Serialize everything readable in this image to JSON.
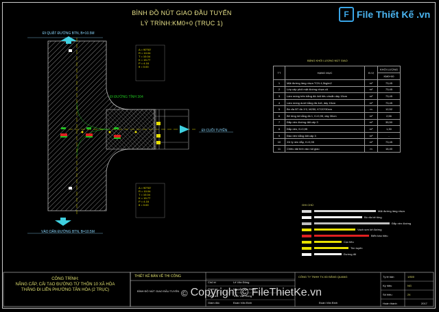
{
  "header": {
    "title_line1": "BÌNH ĐỒ NÚT GIAO ĐẦU TUYẾN",
    "title_line2": "LÝ TRÌNH:KM0+0 (TRỤC 1)"
  },
  "watermark": {
    "logo_letters": "F",
    "logo_text": "File Thiết Kế .vn",
    "bottom_copyright": "©",
    "bottom_text": "Copyright © FileThietKe.vn"
  },
  "road_labels": {
    "top": "ĐI QUẬT ĐƯỜNG BTN, B=10.5M",
    "right": "ĐI CUỐI TUYẾN",
    "bottom": "VÀO DÂN ĐƯỜNG BTN, B=10.5M",
    "branch": "ĐI ĐƯỜNG TỈNH 304"
  },
  "curve_info_top": [
    "Δ = 90°00'",
    "R = 10.04",
    "T = 10.04",
    "K = 15.77",
    "P = 4.16",
    "θ = 0.00"
  ],
  "curve_info_bottom": [
    "Δ = 90°00'",
    "R = 10.04",
    "T = 10.04",
    "K = 15.77",
    "P = 4.16",
    "θ = 0.00"
  ],
  "quantity_table": {
    "title": "BẢNG KHỐI LƯỢNG NÚT GIAO",
    "headers": [
      "TT",
      "HẠNG MỤC",
      "Đ.VỊ",
      "KHỐI LƯỢNG"
    ],
    "subheader": "KM0+00",
    "rows": [
      [
        "1",
        "Mặt đường láng nhựa TCN 4,5kg/m2",
        "m²",
        "73,45"
      ],
      [
        "2",
        "Lớp cấp phối mặt đường nhựa cũ",
        "m²",
        "73,45"
      ],
      [
        "3",
        "Làm móng trên bằng đá 4x6 tiêu chuẩn dày 15cm",
        "m²",
        "73,45"
      ],
      [
        "4",
        "Làm móng dưới bằng đá 4x6, dày 15cm",
        "m²",
        "73,45"
      ],
      [
        "5",
        "Bó vỉa BT đá 1*2, M250, KT:20*30cm",
        "m",
        "12,52"
      ],
      [
        "6",
        "Bê tông lót bằng đá 1, K>0,95, dày 30cm",
        "m²",
        "2,56"
      ],
      [
        "7",
        "Đắp nền đường đất cấp 3",
        "m³",
        "35,50"
      ],
      [
        "8",
        "Đắp nền, K>0,95",
        "m³",
        "1,30"
      ],
      [
        "9",
        "Đào nền bằng đất cấp 3",
        "m³",
        "-"
      ],
      [
        "10",
        "Xử lý nền đắp, K>0,95",
        "m²",
        "73,45"
      ],
      [
        "11",
        "Chiều dài tính vào nút giao",
        "m",
        "16,40"
      ]
    ]
  },
  "legend": {
    "title": "GHI CHÚ",
    "items": [
      "Mặt đường láng nhựa",
      "Bó vỉa bê tông",
      "Đắp nền đường",
      "Vạch sơn kẻ đường",
      "Biển báo hiệu",
      "Cọc tiêu",
      "Tim tuyến",
      "Đường đỏ"
    ]
  },
  "title_block": {
    "stage": "THIẾT KẾ BẢN VẼ THI CÔNG",
    "drawing_name": "BÌNH ĐỒ NÚT GIAO ĐẦU TUYẾN",
    "company": "CÔNG TY TNHH TV-XD ĐĂNG QUANG",
    "approved_by": "Đoàn Văn Bình",
    "roles": [
      "Chủ trì",
      "Thiết kế",
      "Kiểm tra",
      "Giám đốc"
    ],
    "names": [
      "Lê Văn Đông",
      "Nguyễn Văn Đông",
      "Trần Văn Hồng",
      "Đoàn Văn Bình"
    ],
    "scale_label": "Tỷ lệ bản",
    "scale_value": "1/500",
    "sheet_label": "Ký hiệu",
    "sheet_value": "NG",
    "number_label": "Số hiệu",
    "number_value": "24",
    "date_label": "Hoàn thành",
    "date_value": "2017"
  },
  "project": {
    "label": "CÔNG TRÌNH:",
    "line1": "NÂNG CẤP, CẢI TẠO ĐƯỜNG TỪ THÔN 10 XÃ HÒA",
    "line2": "THẮNG ĐI LIÊN PHƯỜNG TÂN HÒA (2 TRỤC)"
  },
  "colors": {
    "title": "#e8e28a",
    "road_label": "#8ad8ff",
    "arrow": "#3fd0e0",
    "marking_yellow": "#e8e000",
    "marking_red": "#e02020",
    "marking_green": "#20c020"
  }
}
